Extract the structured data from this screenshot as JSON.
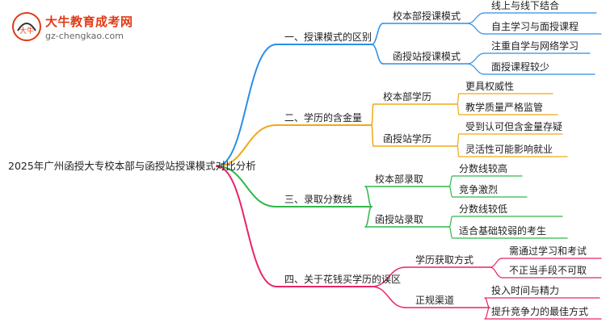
{
  "logo": {
    "title": "大牛教育成考网",
    "domain": "gz-chengkao.com",
    "badge_text": "大牛"
  },
  "root": {
    "label": "2025年广州函授大专校本部与函授站授课模式对比分析"
  },
  "branches": [
    {
      "label": "一、授课模式的区别",
      "color": "#2b8fe8",
      "groups": [
        {
          "label": "校本部授课模式",
          "items": [
            "线上与线下结合",
            "自主学习与面授课程"
          ]
        },
        {
          "label": "函授站授课模式",
          "items": [
            "注重自学与网络学习",
            "面授课程较少"
          ]
        }
      ]
    },
    {
      "label": "二、学历的含金量",
      "color": "#f0a818",
      "groups": [
        {
          "label": "校本部学历",
          "items": [
            "更具权威性",
            "教学质量严格监管"
          ]
        },
        {
          "label": "函授站学历",
          "items": [
            "受到认可但含金量存疑",
            "灵活性可能影响就业"
          ]
        }
      ]
    },
    {
      "label": "三、录取分数线",
      "color": "#2fb84a",
      "groups": [
        {
          "label": "校本部录取",
          "items": [
            "分数线较高",
            "竞争激烈"
          ]
        },
        {
          "label": "函授站录取",
          "items": [
            "分数线较低",
            "适合基础较弱的考生"
          ]
        }
      ]
    },
    {
      "label": "四、关于花钱买学历的误区",
      "color": "#e8246c",
      "groups": [
        {
          "label": "学历获取方式",
          "items": [
            "需通过学习和考试",
            "不正当手段不可取"
          ]
        },
        {
          "label": "正规渠道",
          "items": [
            "投入时间与精力",
            "提升竞争力的最佳方式"
          ]
        }
      ]
    }
  ]
}
